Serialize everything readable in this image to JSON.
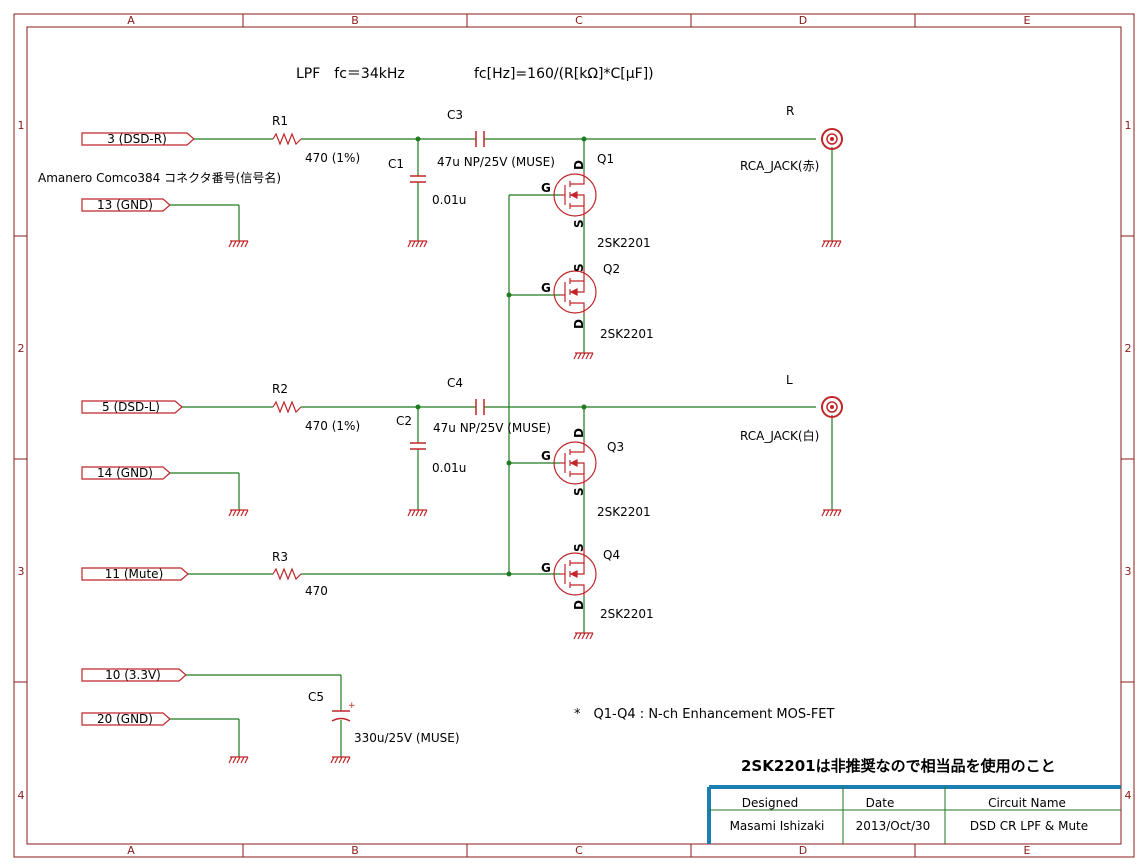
{
  "colors": {
    "frame": "#8b1a1a",
    "wire": "#1f7a1f",
    "part": "#c0262a",
    "text": "#000000",
    "title_accent": "#1a7fb0"
  },
  "frame": {
    "columns": [
      "A",
      "B",
      "C",
      "D",
      "E"
    ],
    "rows": [
      "1",
      "2",
      "3",
      "4"
    ]
  },
  "header": {
    "lpf_label": "LPF　fc＝34kHz",
    "formula": "fc[Hz]=160/(R[kΩ]*C[μF])"
  },
  "connector_note": "Amanero Comco384 コネクタ番号(信号名)",
  "ports": [
    {
      "id": "p3",
      "label": "3 (DSD-R)"
    },
    {
      "id": "p13",
      "label": "13 (GND)"
    },
    {
      "id": "p5",
      "label": "5 (DSD-L)"
    },
    {
      "id": "p14",
      "label": "14 (GND)"
    },
    {
      "id": "p11",
      "label": "11 (Mute)"
    },
    {
      "id": "p10",
      "label": "10 (3.3V)"
    },
    {
      "id": "p20",
      "label": "20 (GND)"
    }
  ],
  "components": {
    "R1": {
      "ref": "R1",
      "value": "470 (1%)"
    },
    "R2": {
      "ref": "R2",
      "value": "470 (1%)"
    },
    "R3": {
      "ref": "R3",
      "value": "470"
    },
    "C1": {
      "ref": "C1",
      "value": "0.01u"
    },
    "C2": {
      "ref": "C2",
      "value": "0.01u"
    },
    "C3": {
      "ref": "C3",
      "value": "47u NP/25V (MUSE)"
    },
    "C4": {
      "ref": "C4",
      "value": "47u NP/25V (MUSE)"
    },
    "C5": {
      "ref": "C5",
      "value": "330u/25V (MUSE)"
    },
    "Q1": {
      "ref": "Q1",
      "value": "2SK2201"
    },
    "Q2": {
      "ref": "Q2",
      "value": "2SK2201"
    },
    "Q3": {
      "ref": "Q3",
      "value": "2SK2201"
    },
    "Q4": {
      "ref": "Q4",
      "value": "2SK2201"
    }
  },
  "pins": {
    "gate": "G",
    "drain": "D",
    "source": "S"
  },
  "jacks": {
    "R": {
      "name": "R",
      "label": "RCA_JACK(赤)"
    },
    "L": {
      "name": "L",
      "label": "RCA_JACK(白)"
    }
  },
  "notes": {
    "mosfet": "*　Q1-Q4 : N-ch Enhancement MOS-FET",
    "warning": "2SK2201は非推奨なので相当品を使用のこと"
  },
  "title_block": {
    "designed_header": "Designed",
    "date_header": "Date",
    "circuit_header": "Circuit Name",
    "designer": "Masami Ishizaki",
    "date": "2013/Oct/30",
    "circuit_name": "DSD CR LPF & Mute"
  }
}
